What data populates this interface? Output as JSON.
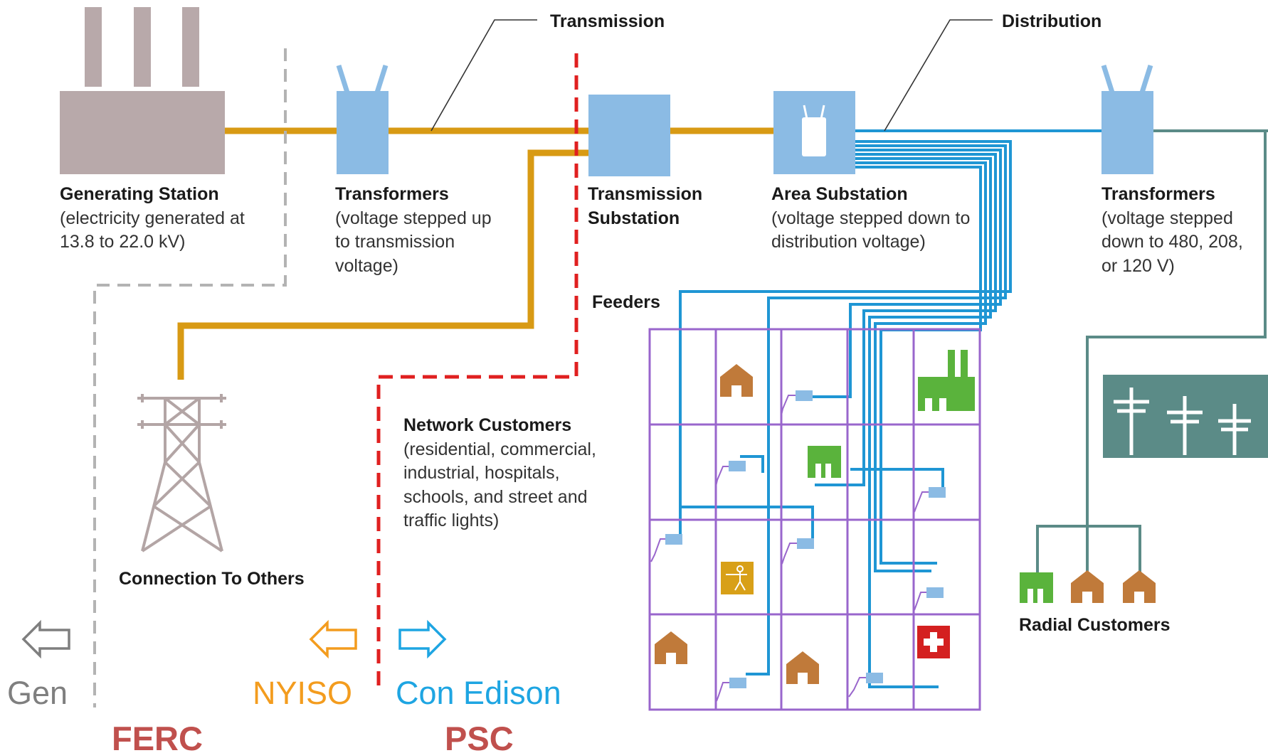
{
  "callouts": {
    "transmission": "Transmission",
    "distribution": "Distribution",
    "feeders": "Feeders"
  },
  "generating_station": {
    "title": "Generating Station",
    "desc": [
      "(electricity generated at",
      "13.8 to 22.0 kV)"
    ]
  },
  "transformers_up": {
    "title": "Transformers",
    "desc": [
      "(voltage stepped up",
      "to transmission",
      "voltage)"
    ]
  },
  "transmission_substation": {
    "title": [
      "Transmission",
      "Substation"
    ]
  },
  "area_substation": {
    "title": "Area Substation",
    "desc": [
      "(voltage stepped down to",
      "distribution voltage)"
    ]
  },
  "transformers_down": {
    "title": "Transformers",
    "desc": [
      "(voltage stepped",
      "down to 480, 208,",
      "or 120 V)"
    ]
  },
  "network_customers": {
    "title": "Network Customers",
    "desc": [
      "(residential, commercial,",
      "industrial, hospitals,",
      "schools, and street and",
      "traffic lights)"
    ]
  },
  "connection_to_others": "Connection To Others",
  "radial_customers": "Radial Customers",
  "flow_labels": {
    "gen": "Gen",
    "nyiso": "NYISO",
    "con_edison": "Con Edison"
  },
  "regulators": {
    "ferc": "FERC",
    "psc": "PSC"
  },
  "colors": {
    "transmission_line": "#d89a14",
    "distribution_line": "#1f96d4",
    "radial_line": "#5b8b87",
    "equipment_blue": "#8bbbe4",
    "grid_purple": "#9966cc",
    "plant_gray": "#b8a9aa",
    "tower_gray": "#b3a5a5",
    "house_brown": "#c07a3a",
    "industry_green": "#5ab33c",
    "ferc_boundary": "#b3b3b3",
    "psc_boundary": "#e02020",
    "gen_text": "#7f7f7f",
    "nyiso_text": "#f39c1e",
    "con_edison_text": "#1ea5e2",
    "regulator_text": "#c0504d"
  }
}
